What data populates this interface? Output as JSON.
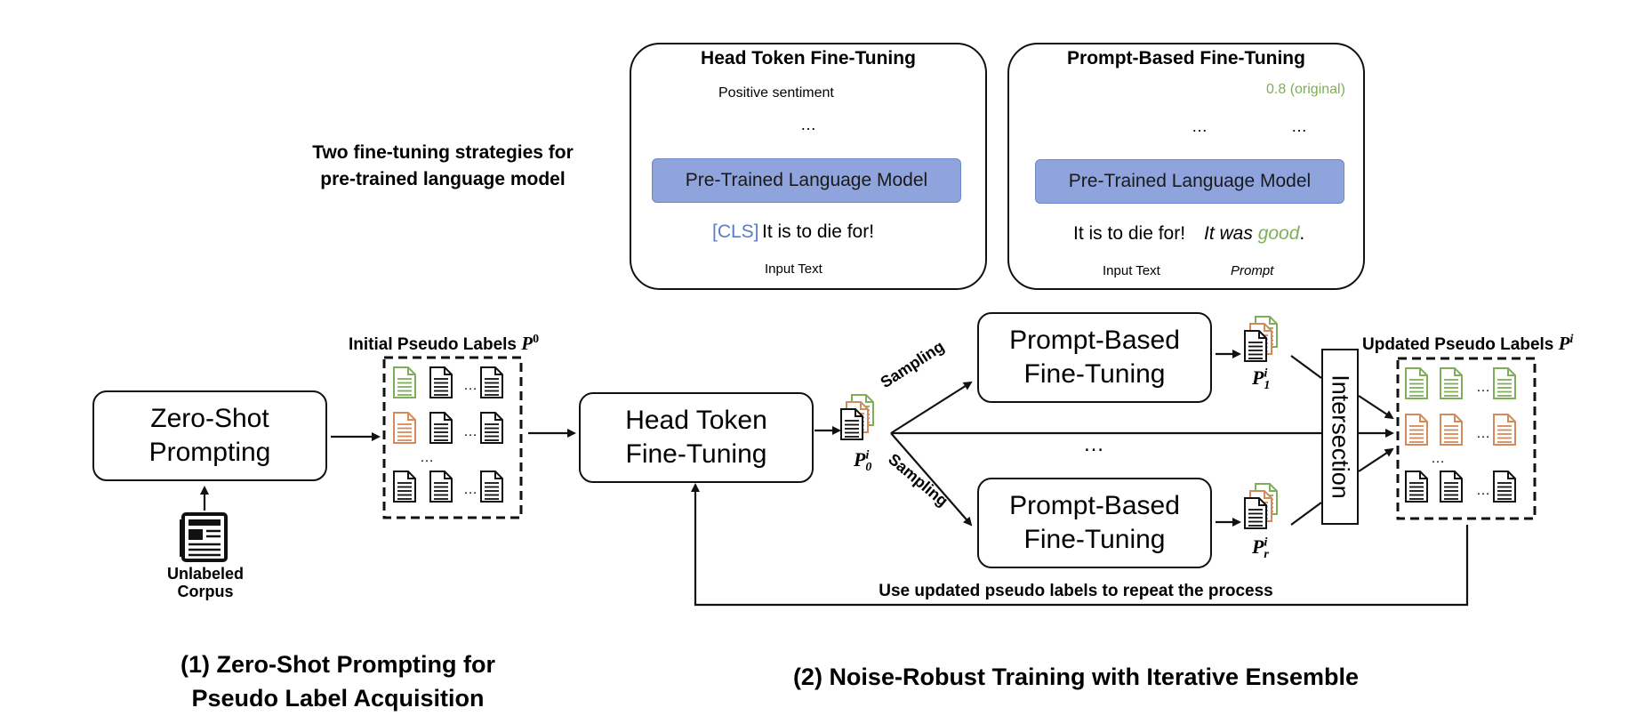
{
  "strategies_caption": [
    "Two fine-tuning strategies for",
    "pre-trained language model"
  ],
  "head_panel": {
    "title": "Head Token Fine-Tuning",
    "output_label": "Positive sentiment",
    "dots": "…",
    "model_label": "Pre-Trained Language Model",
    "cls_token": "[CLS]",
    "input_sentence": "It is to die for!",
    "input_caption": "Input Text"
  },
  "prompt_panel": {
    "title": "Prompt-Based Fine-Tuning",
    "output_label": "0.8 (original)",
    "dots_left": "…",
    "dots_right": "…",
    "model_label": "Pre-Trained Language Model",
    "input_sentence": "It is to die for!",
    "prompt_prefix": "It was",
    "prompt_word": "good",
    "prompt_suffix": ".",
    "input_caption": "Input Text",
    "prompt_caption": "Prompt"
  },
  "stage1": {
    "zero_shot_box": "Zero-Shot\nPrompting",
    "corpus_label": [
      "Unlabeled",
      "Corpus"
    ],
    "initial_labels_title": "Initial Pseudo Labels",
    "initial_labels_symbol": "P",
    "initial_labels_sup": "0",
    "caption": [
      "(1) Zero-Shot Prompting for",
      "Pseudo Label Acquisition"
    ]
  },
  "stage2": {
    "head_token_box": "Head Token\nFine-Tuning",
    "p0_symbol": "P",
    "p0_sup": "i",
    "p0_sub": "0",
    "sampling_top": "Sampling",
    "sampling_bottom": "Sampling",
    "middle_dots": "…",
    "prompt_box_top": "Prompt-Based\nFine-Tuning",
    "prompt_box_bottom": "Prompt-Based\nFine-Tuning",
    "p1_symbol": "P",
    "p1_sup": "i",
    "p1_sub": "1",
    "pr_symbol": "P",
    "pr_sup": "i",
    "pr_sub": "r",
    "intersection_label": "Intersection",
    "updated_labels_title": "Updated Pseudo Labels",
    "updated_labels_symbol": "P",
    "updated_labels_sup": "i",
    "loop_label": "Use updated pseudo labels to repeat the process",
    "caption": "(2) Noise-Robust Training with Iterative Ensemble"
  },
  "grid_dots": "…",
  "colors": {
    "green": "#7fae5a",
    "orange": "#d48a5a",
    "blue_token": "#5a7cc8",
    "model_fill": "#8fa3dc",
    "ink": "#111111"
  },
  "icons": [
    "document-icon",
    "newspaper-icon",
    "arrow-icon",
    "circle-node-icon"
  ]
}
